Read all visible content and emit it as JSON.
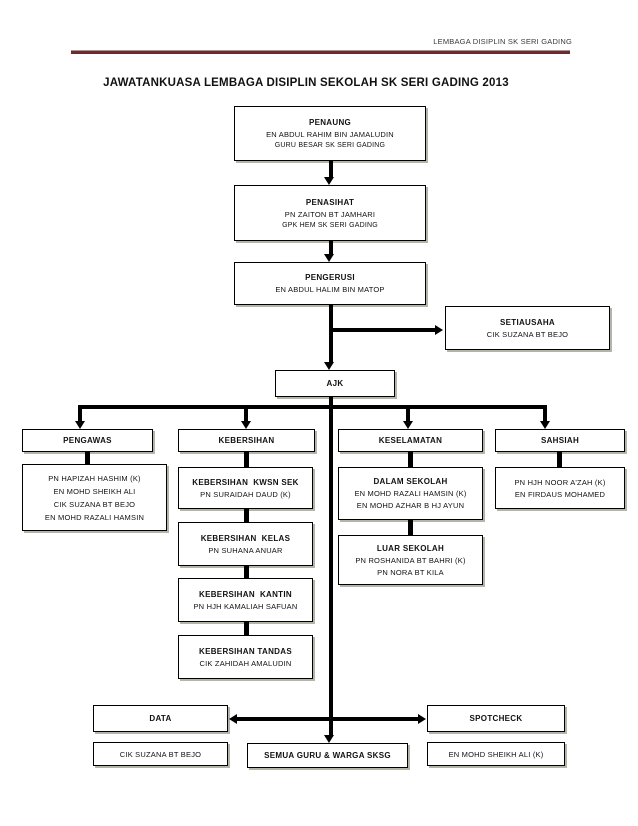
{
  "page": {
    "header_right": "LEMBAGA DISIPLIN SK SERI GADING",
    "title": "JAWATANKUASA LEMBAGA DISIPLIN SEKOLAH SK SERI GADING 2013",
    "rule_color": "#6e2b2b"
  },
  "nodes": {
    "penaung": {
      "role": "PENAUNG",
      "name": "EN ABDUL RAHIM BIN JAMALUDIN",
      "org": "GURU BESAR SK SERI GADING"
    },
    "penasihat": {
      "role": "PENASIHAT",
      "name": "PN ZAITON BT JAMHARI",
      "org": "GPK HEM SK SERI GADING"
    },
    "pengerusi": {
      "role": "PENGERUSI",
      "name": "EN ABDUL HALIM BIN MATOP"
    },
    "setiausaha": {
      "role": "SETIAUSAHA",
      "name": "CIK SUZANA BT BEJO"
    },
    "ajk": {
      "label": "AJK"
    }
  },
  "columns": {
    "pengawas": {
      "header": "PENGAWAS",
      "members": [
        "PN HAPIZAH HASHIM (K)",
        "EN MOHD SHEIKH ALI",
        "CIK SUZANA BT BEJO",
        "EN MOHD RAZALI HAMSIN"
      ]
    },
    "kebersihan": {
      "header": "KEBERSIHAN",
      "units": [
        {
          "title": "KEBERSIHAN  KWSN SEK",
          "name": "PN SURAIDAH DAUD (K)"
        },
        {
          "title": "KEBERSIHAN  KELAS",
          "name": "PN SUHANA ANUAR"
        },
        {
          "title": "KEBERSIHAN  KANTIN",
          "name": "PN HJH KAMALIAH SAFUAN"
        },
        {
          "title": "KEBERSIHAN TANDAS",
          "name": "CIK ZAHIDAH AMALUDIN"
        }
      ]
    },
    "keselamatan": {
      "header": "KESELAMATAN",
      "units": [
        {
          "title": "DALAM SEKOLAH",
          "members": [
            "EN MOHD RAZALI HAMSIN (K)",
            "EN MOHD AZHAR B HJ AYUN"
          ]
        },
        {
          "title": "LUAR SEKOLAH",
          "members": [
            "PN ROSHANIDA BT BAHRI  (K)",
            "PN NORA BT KILA"
          ]
        }
      ]
    },
    "sahsiah": {
      "header": "SAHSIAH",
      "members": [
        "PN HJH NOOR A'ZAH (K)",
        "EN FIRDAUS MOHAMED"
      ]
    }
  },
  "bottom": {
    "data": {
      "label": "DATA",
      "name": "CIK SUZANA BT BEJO"
    },
    "center": {
      "label": "SEMUA GURU & WARGA SKSG"
    },
    "spotcheck": {
      "label": "SPOTCHECK",
      "name": "EN MOHD SHEIKH ALI (K)"
    }
  }
}
